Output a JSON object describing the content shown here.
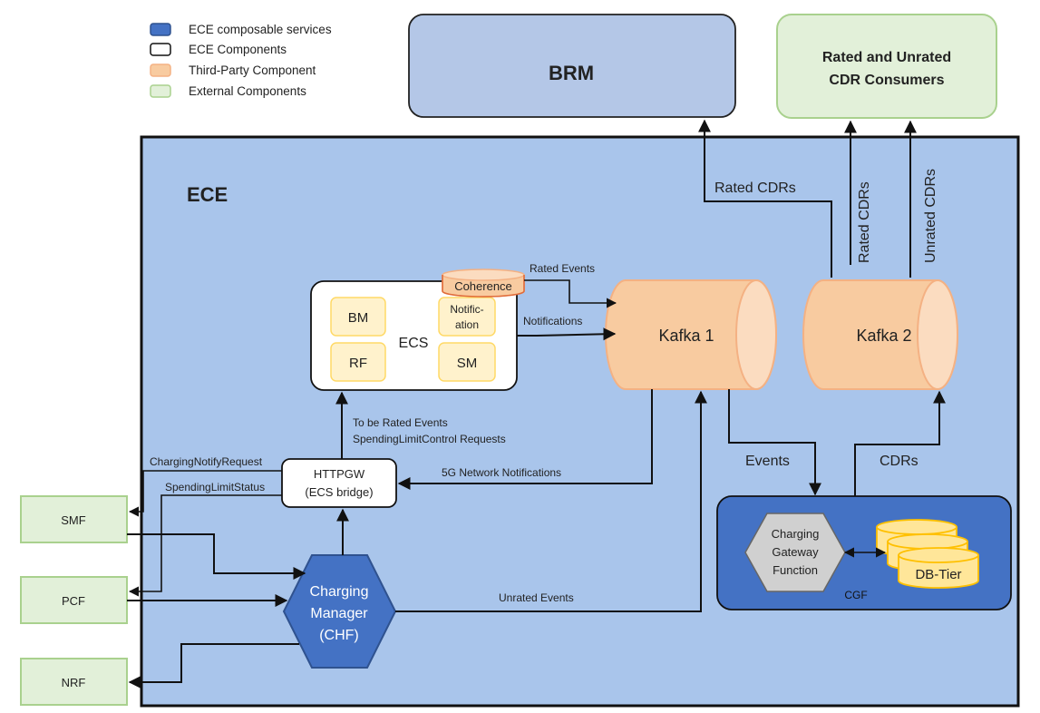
{
  "legend": [
    {
      "label": "ECE composable services",
      "color": "#4472C4"
    },
    {
      "label": "ECE Components",
      "color": "#FFFFFF"
    },
    {
      "label": "Third-Party Component",
      "color": "#F8CBA0"
    },
    {
      "label": "External Components",
      "color": "#E2F0D9"
    }
  ],
  "colors": {
    "ece_bg": "#A9C5EB",
    "brm_bg": "#B4C7E7",
    "external_bg": "#E2F0D9",
    "external_border": "#A9D18E",
    "kafka_fill": "#F8CBA0",
    "kafka_border": "#F4B183",
    "module_fill": "#FFF2CC",
    "module_border": "#FFD966",
    "composable": "#4472C4",
    "cgf_fn": "#D0D0D0",
    "db_fill": "#FFE699",
    "db_border": "#FFC000"
  },
  "brm": {
    "label": "BRM"
  },
  "consumers": {
    "line1": "Rated and Unrated",
    "line2": "CDR Consumers"
  },
  "ece": {
    "label": "ECE"
  },
  "ecs": {
    "label": "ECS",
    "modules": {
      "bm": "BM",
      "rf": "RF",
      "notification_line1": "Notific-",
      "notification_line2": "ation",
      "sm": "SM"
    },
    "coherence": "Coherence"
  },
  "kafka1": {
    "label": "Kafka 1"
  },
  "kafka2": {
    "label": "Kafka 2"
  },
  "httpgw": {
    "line1": "HTTPGW",
    "line2": "(ECS bridge)"
  },
  "chf": {
    "line1": "Charging",
    "line2": "Manager",
    "line3": "(CHF)"
  },
  "cgf": {
    "label": "CGF",
    "function_line1": "Charging",
    "function_line2": "Gateway",
    "function_line3": "Function",
    "db": "DB-Tier"
  },
  "externals": {
    "smf": "SMF",
    "pcf": "PCF",
    "nrf": "NRF"
  },
  "flows": {
    "rated_cdrs_brm": "Rated CDRs",
    "rated_cdrs_consumers": "Rated CDRs",
    "unrated_cdrs": "Unrated CDRs",
    "rated_events": "Rated Events",
    "notifications": "Notifications",
    "to_be_rated_line1": "To be Rated Events",
    "to_be_rated_line2": "SpendingLimitControl Requests",
    "charging_notify": "ChargingNotifyRequest",
    "spending_limit_status": "SpendingLimitStatus",
    "fiveg_notifications": "5G Network Notifications",
    "events": "Events",
    "cdrs": "CDRs",
    "unrated_events": "Unrated Events"
  }
}
